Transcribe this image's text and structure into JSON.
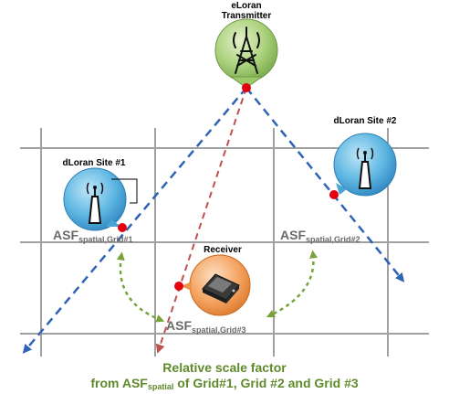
{
  "transmitter": {
    "title_line1": "eLoran",
    "title_line2": "Transmitter"
  },
  "sites": [
    {
      "label": "dLoran Site #1"
    },
    {
      "label": "dLoran Site #2"
    }
  ],
  "receiver": {
    "label": "Receiver"
  },
  "asf_labels": [
    {
      "main": "ASF",
      "sub": "spatial,Grid#1"
    },
    {
      "main": "ASF",
      "sub": "spatial,Grid#2"
    },
    {
      "main": "ASF",
      "sub": "spatial,Grid#3"
    }
  ],
  "caption": {
    "line1": "Relative scale factor",
    "line2_prefix": "from ASF",
    "line2_sub": "spatial",
    "line2_suffix": " of Grid#1, Grid #2 and Grid #3"
  },
  "colors": {
    "grid": "#a0a0a0",
    "blue_path": "#2e63b5",
    "red_path": "#c0504d",
    "green_arrow": "#77a33a",
    "caption_text": "#5f8a2a",
    "node_blue": "#4aa5d6",
    "node_green": "#9cc86a",
    "node_orange": "#f0924a",
    "marker_red": "#e3000f"
  },
  "icons": [
    "antenna-tower-icon",
    "radio-mast-icon",
    "gps-receiver-icon"
  ]
}
